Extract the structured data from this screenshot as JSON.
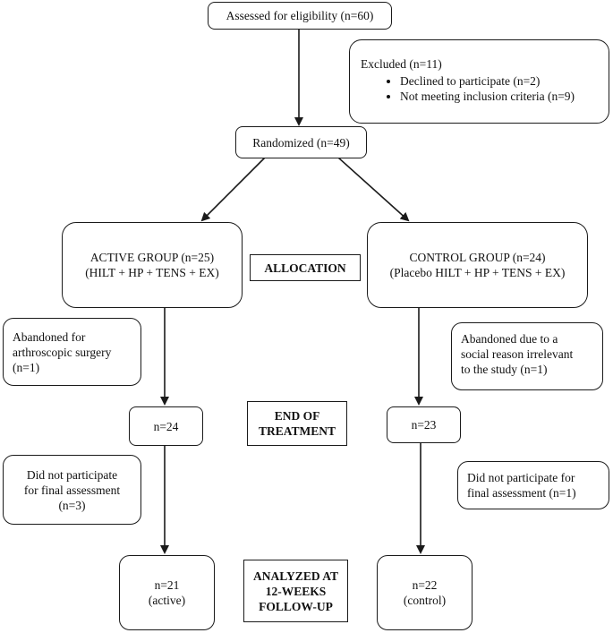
{
  "eligibility": {
    "text": "Assessed for eligibility (n=60)"
  },
  "excluded": {
    "title": "Excluded (n=11)",
    "items": [
      "Declined to participate (n=2)",
      "Not meeting inclusion criteria (n=9)"
    ]
  },
  "randomized": {
    "text": "Randomized (n=49)"
  },
  "active_group": {
    "line1": "ACTIVE GROUP (n=25)",
    "line2": "(HILT + HP + TENS + EX)"
  },
  "control_group": {
    "line1": "CONTROL GROUP (n=24)",
    "line2": "(Placebo HILT + HP + TENS + EX)"
  },
  "labels": {
    "allocation": "ALLOCATION",
    "end_of_treatment": [
      "END OF",
      "TREATMENT"
    ],
    "analyzed": [
      "ANALYZED AT",
      "12-WEEKS",
      "FOLLOW-UP"
    ]
  },
  "active_abandoned": {
    "lines": [
      "Abandoned for",
      "arthroscopic surgery",
      "(n=1)"
    ]
  },
  "control_abandoned": {
    "lines": [
      "Abandoned due to a",
      "social reason irrelevant",
      "to the study (n=1)"
    ]
  },
  "active_end": {
    "text": "n=24"
  },
  "control_end": {
    "text": "n=23"
  },
  "active_no_final": {
    "lines": [
      "Did not participate",
      "for final assessment",
      "(n=3)"
    ]
  },
  "control_no_final": {
    "lines": [
      "Did not participate for",
      "final assessment (n=1)"
    ]
  },
  "active_final": {
    "line1": "n=21",
    "line2": "(active)"
  },
  "control_final": {
    "line1": "n=22",
    "line2": "(control)"
  }
}
